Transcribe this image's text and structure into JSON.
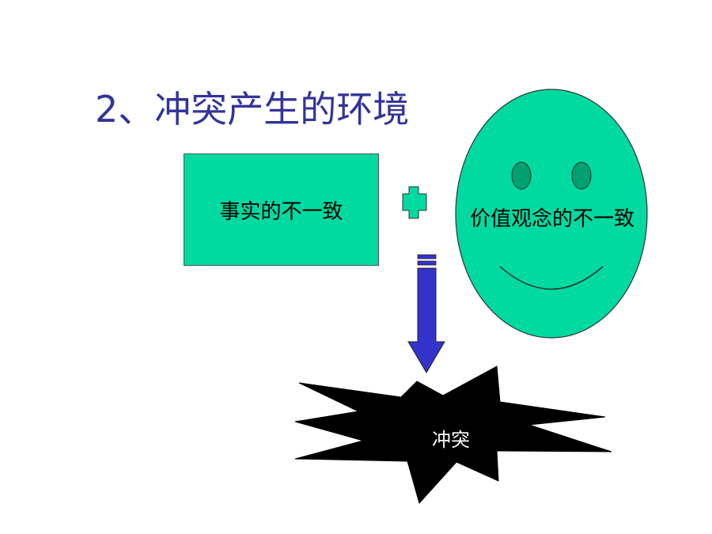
{
  "slide": {
    "title": "2、冲突产生的环境",
    "fact_box_label": "事实的不一致",
    "face_label": "价值观念的不一致",
    "conflict_label": "冲突"
  },
  "colors": {
    "title": "#33339a",
    "shape_fill": "#00d9a0",
    "arrow_fill": "#3333cc",
    "burst_fill": "#000000",
    "eye_fill": "#00a070"
  },
  "icons": {
    "plus": "plus-icon",
    "arrow": "down-arrow-icon",
    "face": "smiley-face",
    "burst": "explosion-burst"
  }
}
